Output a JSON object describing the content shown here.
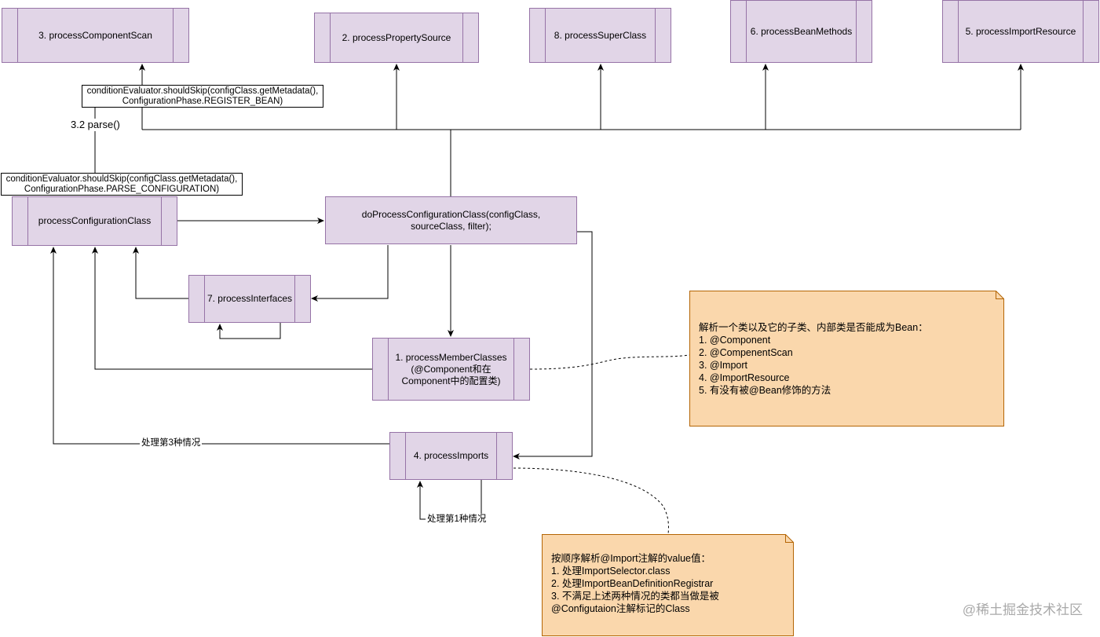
{
  "nodes": {
    "component_scan": "3. processComponentScan",
    "property_source": "2. processPropertySource",
    "super_class": "8. processSuperClass",
    "bean_methods": "6. processBeanMethods",
    "import_resource": "5. processImportResource",
    "configuration_class": "processConfigurationClass",
    "do_process": "doProcessConfigurationClass(configClass, sourceClass, filter);",
    "interfaces": "7. processInterfaces",
    "member_classes": [
      "1. processMemberClasses",
      "(@Component和在",
      "Component中的配置类)"
    ],
    "imports": "4. processImports"
  },
  "labels": {
    "register_bean": [
      "conditionEvaluator.shouldSkip(configClass.getMetadata(),",
      "ConfigurationPhase.REGISTER_BEAN)"
    ],
    "parse": "3.2 parse()",
    "parse_configuration": [
      "conditionEvaluator.shouldSkip(configClass.getMetadata(),",
      "ConfigurationPhase.PARSE_CONFIGURATION)"
    ],
    "case3": "处理第3种情况",
    "case1": "处理第1种情况"
  },
  "notes": {
    "bean_rules": [
      "解析一个类以及它的子类、内部类是否能成为Bean：",
      "1. @Component",
      "2. @CompenentScan",
      "3. @Import",
      "4. @ImportResource",
      "5. 有没有被@Bean修饰的方法"
    ],
    "import_rules": [
      "按顺序解析@Import注解的value值：",
      "1. 处理ImportSelector.class",
      "2. 处理ImportBeanDefinitionRegistrar",
      "3. 不满足上述两种情况的类都当做是被",
      "@Configutaion注解标记的Class"
    ]
  },
  "watermark": "@稀土掘金技术社区",
  "colors": {
    "node_fill": "#e1d5e7",
    "node_stroke": "#9673a6",
    "note_fill": "#fad7ac",
    "note_stroke": "#b46504",
    "edge": "#000000"
  }
}
